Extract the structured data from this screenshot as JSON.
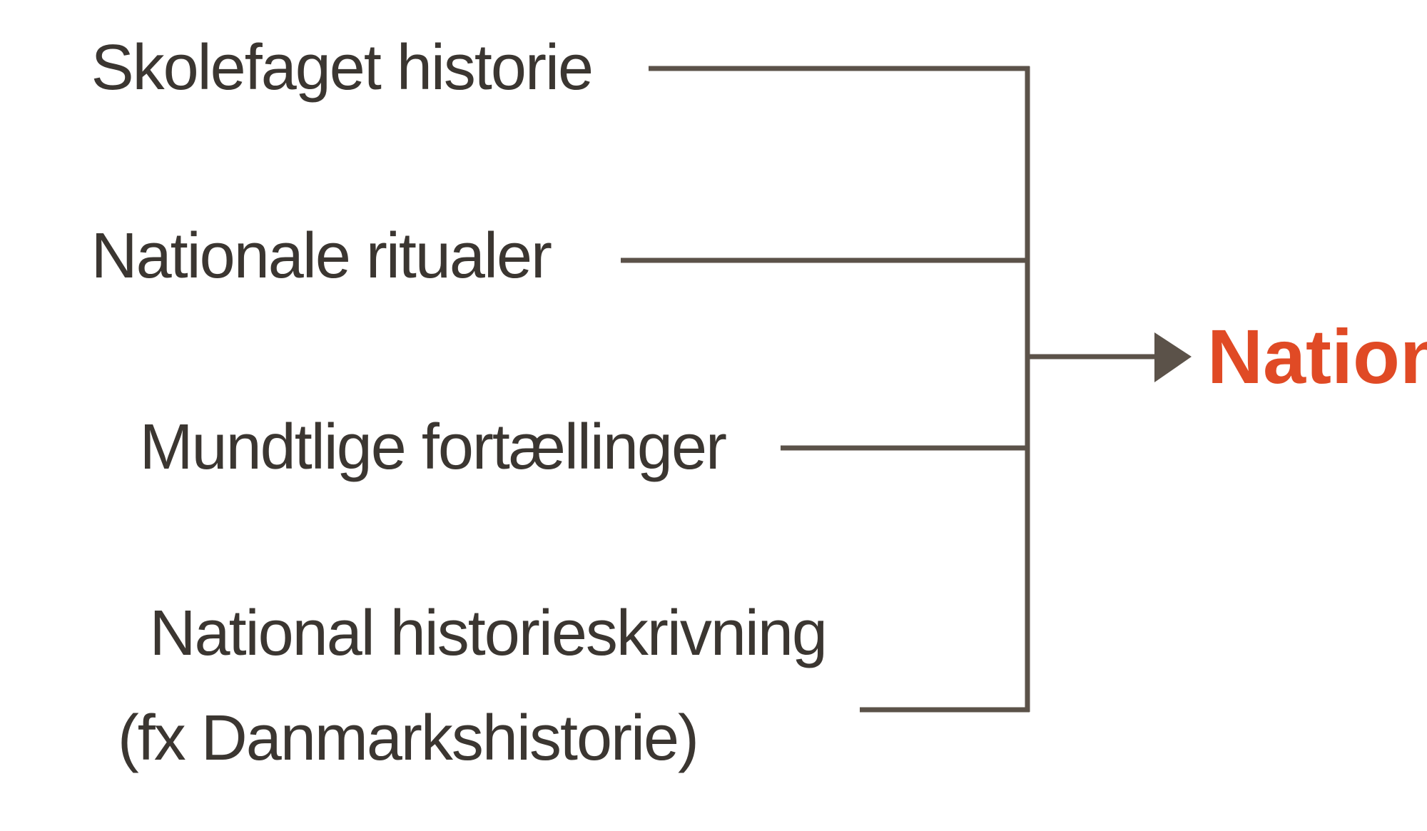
{
  "sources": [
    {
      "label": "Skolefaget historie"
    },
    {
      "label": "Nationale ritualer"
    },
    {
      "label": "Mundtlige fortællinger"
    },
    {
      "label_line1": "National historieskrivning",
      "label_line2": "(fx Danmarkshistorie)"
    }
  ],
  "target": {
    "label": "Nationalhistorie"
  },
  "colors": {
    "line": "#5b5249",
    "text": "#3b3631",
    "accent": "#e04a25"
  }
}
